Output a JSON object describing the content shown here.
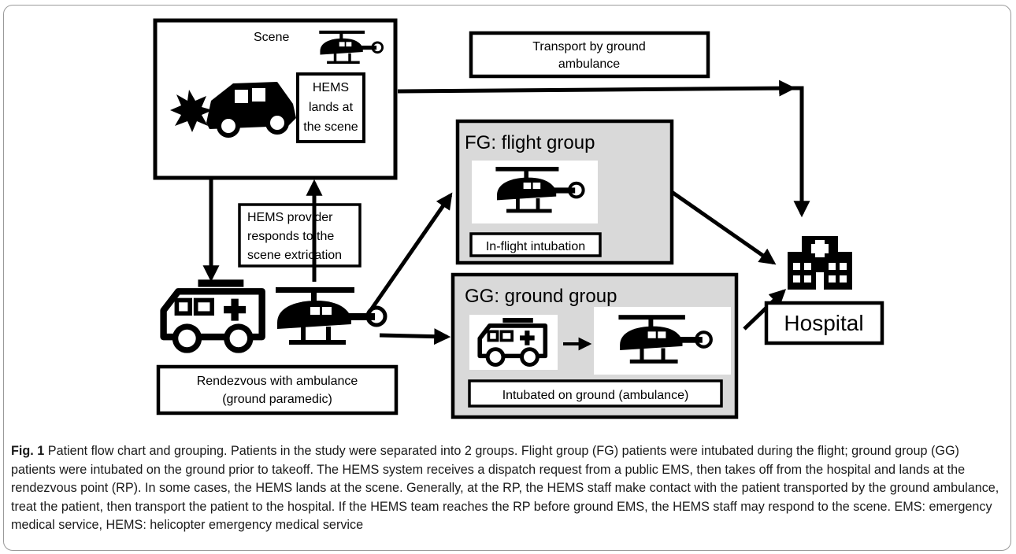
{
  "diagram": {
    "scene": {
      "title": "Scene",
      "lands_lines": [
        "HEMS",
        "lands at",
        "the scene"
      ]
    },
    "transport": {
      "lines": [
        "Transport by ground",
        "ambulance"
      ]
    },
    "responds": {
      "lines": [
        "HEMS provider",
        "responds to the",
        "scene extrication"
      ]
    },
    "rendezvous": {
      "lines": [
        "Rendezvous with ambulance",
        "(ground paramedic)"
      ]
    },
    "flight_group": {
      "title": "FG: flight group",
      "sublabel": "In-flight intubation"
    },
    "ground_group": {
      "title": "GG: ground group",
      "sublabel": "Intubated on ground (ambulance)"
    },
    "hospital": {
      "label": "Hospital"
    },
    "icons": [
      "helicopter-icon",
      "car-crash-icon",
      "ambulance-icon",
      "hospital-icon",
      "arrow-icon"
    ]
  },
  "caption": {
    "label": "Fig. 1",
    "text": "Patient flow chart and grouping. Patients in the study were separated into 2 groups. Flight group (FG) patients were intubated during the flight; ground group (GG) patients were intubated on the ground prior to takeoff. The HEMS system receives a dispatch request from a public EMS, then takes off from the hospital and lands at the rendezvous point (RP). In some cases, the HEMS lands at the scene. Generally, at the RP, the HEMS staff make contact with the patient transported by the ground ambulance, treat the patient, then transport the patient to the hospital. If the HEMS team reaches the RP before ground EMS, the HEMS staff may respond to the scene. EMS: emergency medical service, HEMS: helicopter emergency medical service"
  },
  "colors": {
    "group_fill": "#d9d9d9",
    "stroke": "#000000"
  }
}
